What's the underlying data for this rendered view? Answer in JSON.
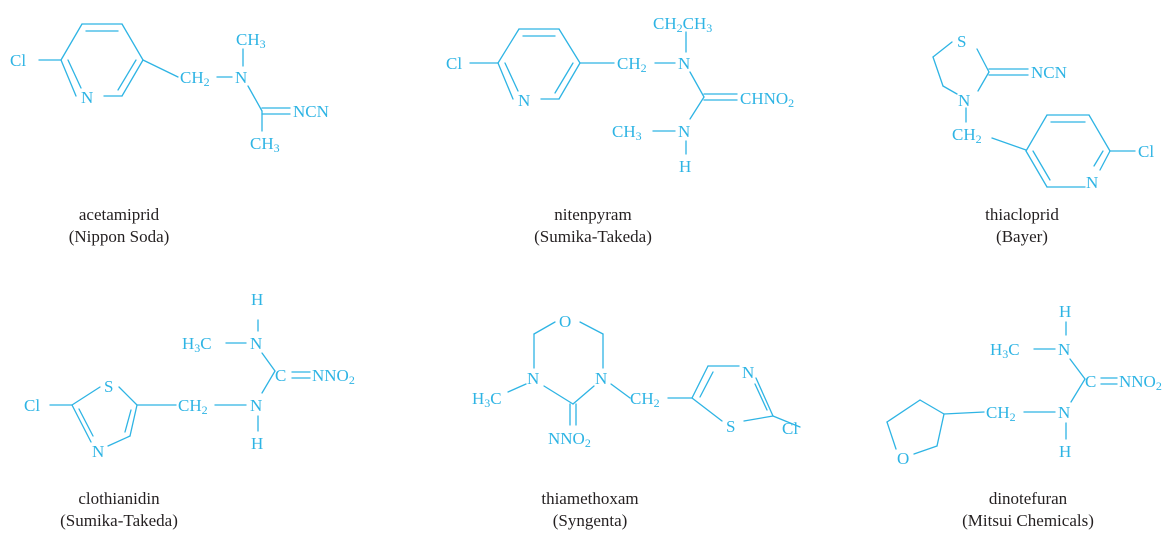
{
  "compounds": [
    {
      "name": "acetamiprid",
      "company": "(Nippon Soda)",
      "atoms": {
        "cl": "Cl",
        "n_ring": "N",
        "ch2": "CH",
        "ch2_sub": "2",
        "n_amine": "N",
        "ch3_top": "CH",
        "ch3_top_sub": "3",
        "ncn": "NCN",
        "ch3_bot": "CH",
        "ch3_bot_sub": "3"
      }
    },
    {
      "name": "nitenpyram",
      "company": "(Sumika-Takeda)",
      "atoms": {
        "cl": "Cl",
        "n_ring": "N",
        "ch2": "CH",
        "ch2_sub": "2",
        "n_amine": "N",
        "ethyl_a": "CH",
        "ethyl_a_sub": "2",
        "ethyl_b": "CH",
        "ethyl_b_sub": "3",
        "chno2_a": "CHNO",
        "chno2_sub": "2",
        "ch3": "CH",
        "ch3_sub": "3",
        "n_lower": "N",
        "h": "H"
      }
    },
    {
      "name": "thiacloprid",
      "company": "(Bayer)",
      "atoms": {
        "s": "S",
        "ncn": "NCN",
        "n_ring5": "N",
        "ch2": "CH",
        "ch2_sub": "2",
        "cl": "Cl",
        "n_pyr": "N"
      }
    },
    {
      "name": "clothianidin",
      "company": "(Sumika-Takeda)",
      "atoms": {
        "h_top": "H",
        "h3c": "H",
        "h3c_sub": "3",
        "h3c_c": "C",
        "n_top": "N",
        "c_eq": "C",
        "nno2": "NNO",
        "nno2_sub": "2",
        "cl": "Cl",
        "s": "S",
        "ch2": "CH",
        "ch2_sub": "2",
        "n_bot": "N",
        "h_bot": "H",
        "n_thz": "N"
      }
    },
    {
      "name": "thiamethoxam",
      "company": "(Syngenta)",
      "atoms": {
        "o": "O",
        "n_left": "N",
        "n_right": "N",
        "h3c": "H",
        "h3c_sub": "3",
        "h3c_c": "C",
        "ch2": "CH",
        "ch2_sub": "2",
        "nno2": "NNO",
        "nno2_sub": "2",
        "n_thz": "N",
        "s": "S",
        "cl": "Cl"
      }
    },
    {
      "name": "dinotefuran",
      "company": "(Mitsui Chemicals)",
      "atoms": {
        "h_top": "H",
        "h3c": "H",
        "h3c_sub": "3",
        "h3c_c": "C",
        "n_top": "N",
        "c_eq": "C",
        "nno2": "NNO",
        "nno2_sub": "2",
        "ch2": "CH",
        "ch2_sub": "2",
        "n_bot": "N",
        "h_bot": "H",
        "o": "O"
      }
    }
  ]
}
